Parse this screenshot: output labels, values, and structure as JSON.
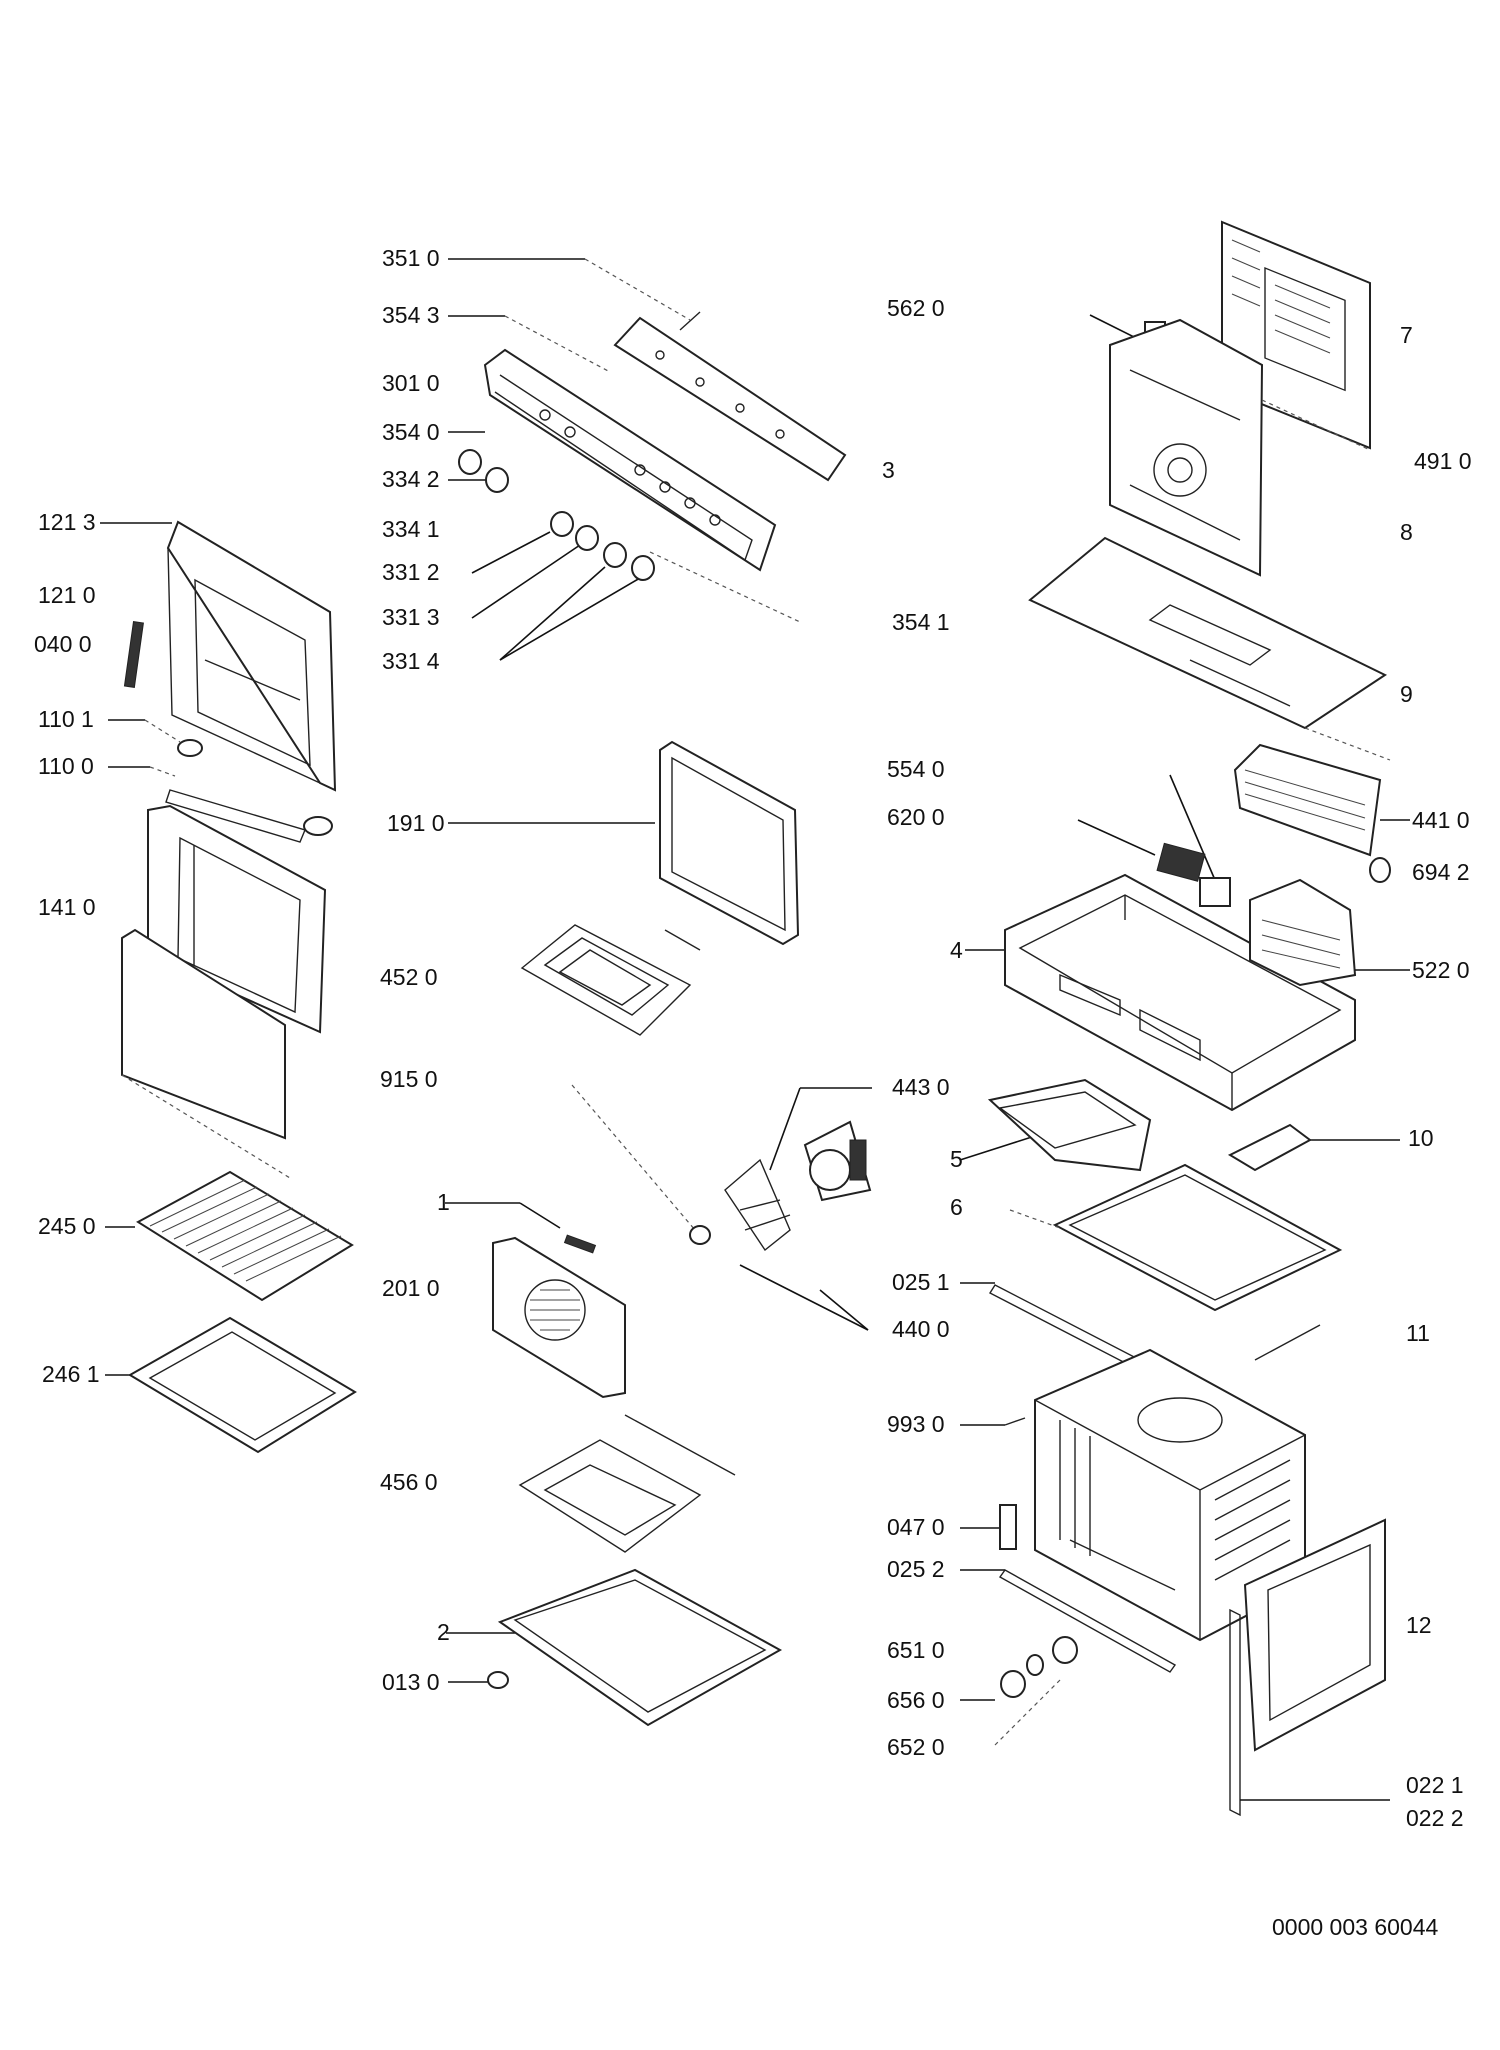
{
  "doc_number": "0000 003 60044",
  "labels": {
    "l3510": "351 0",
    "l3543": "354 3",
    "l3010": "301 0",
    "l3540": "354 0",
    "l3342": "334 2",
    "l3341": "334 1",
    "l3312": "331 2",
    "l3313": "331 3",
    "l3314": "331 4",
    "l3": "3",
    "l3541": "354 1",
    "l5620": "562 0",
    "l7": "7",
    "l4910": "491 0",
    "l8": "8",
    "l9": "9",
    "l1213": "121 3",
    "l1210": "121 0",
    "l0400": "040 0",
    "l1101": "110 1",
    "l1100": "110 0",
    "l1410": "141 0",
    "l1910": "191 0",
    "l4520": "452 0",
    "l9150": "915 0",
    "l5540": "554 0",
    "l6200": "620 0",
    "l4410": "441 0",
    "l6942": "694 2",
    "l4": "4",
    "l5220": "522 0",
    "l4430": "443 0",
    "l5": "5",
    "l6": "6",
    "l10": "10",
    "l2450": "245 0",
    "l1": "1",
    "l2010": "201 0",
    "l0251": "025 1",
    "l4400": "440 0",
    "l11": "11",
    "l2461": "246 1",
    "l9930": "993 0",
    "l4560": "456 0",
    "l0470": "047 0",
    "l0252": "025 2",
    "l2": "2",
    "l12": "12",
    "l0130": "013 0",
    "l6510": "651 0",
    "l6560": "656 0",
    "l6520": "652 0",
    "l0221": "022 1",
    "l0222": "022 2"
  }
}
